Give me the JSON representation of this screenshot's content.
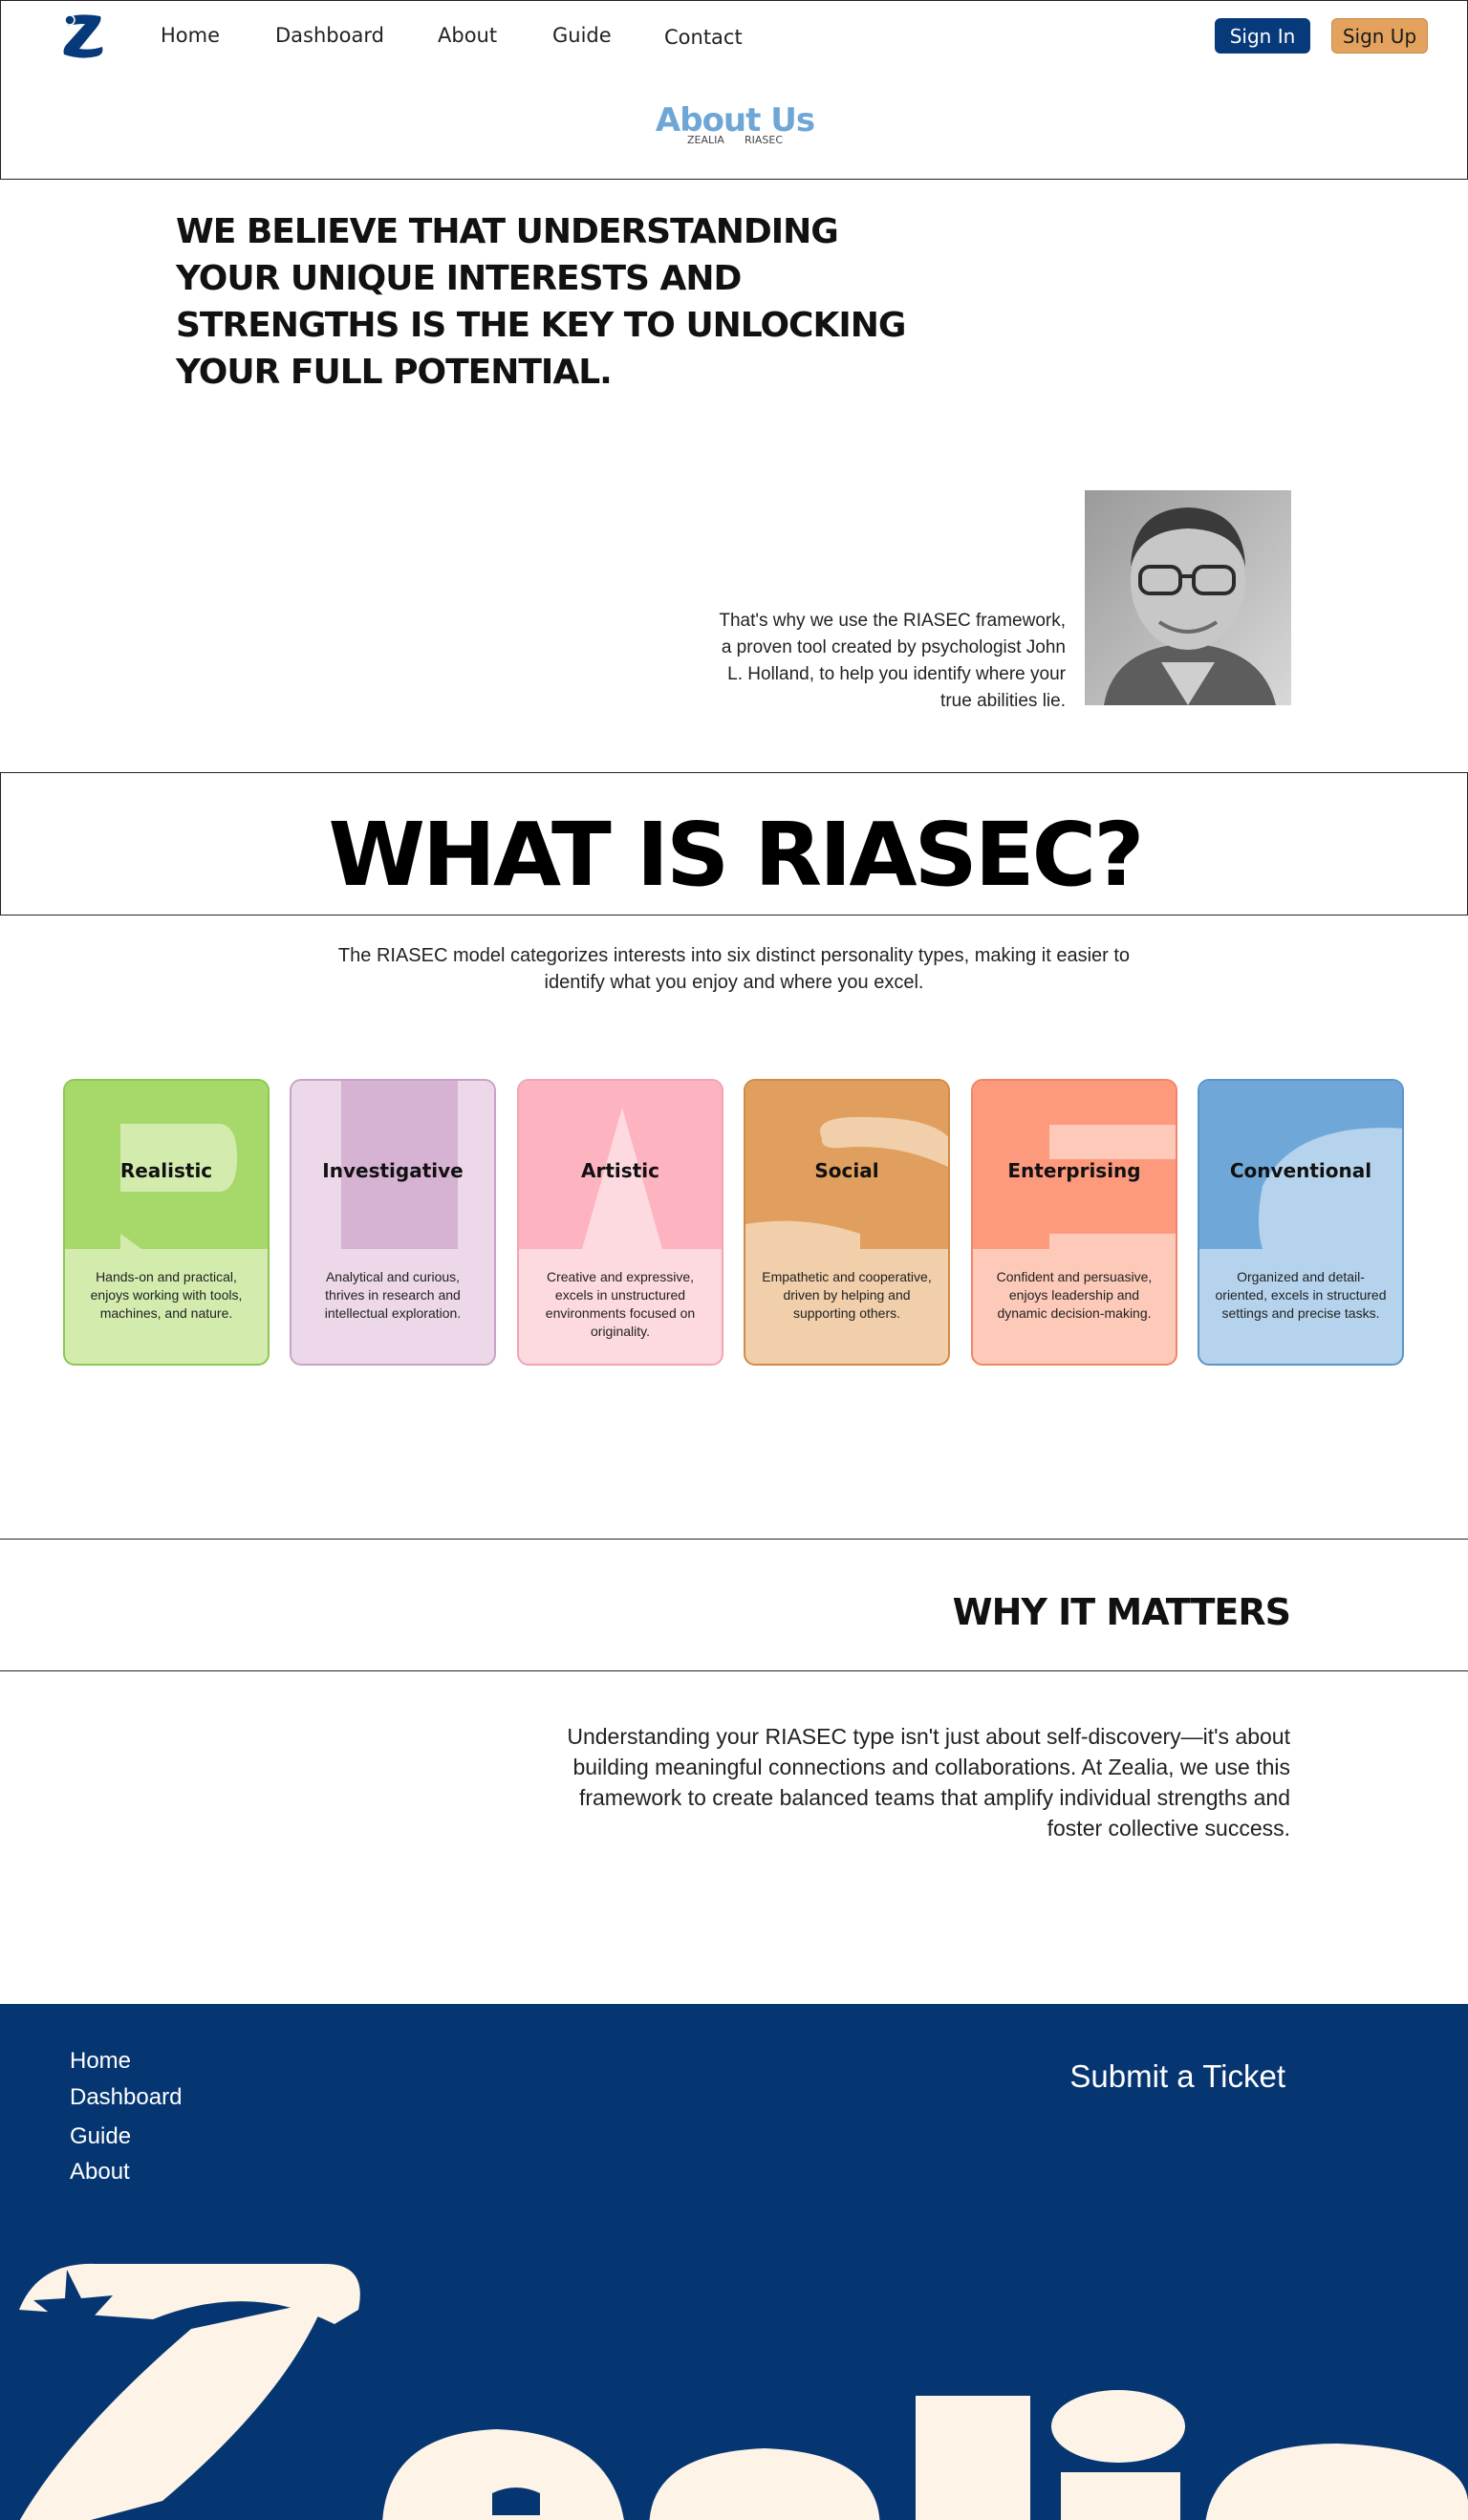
{
  "nav": {
    "links": [
      "Home",
      "Dashboard",
      "About",
      "Guide",
      "Contact"
    ],
    "sign_in": "Sign In",
    "sign_up": "Sign Up"
  },
  "about": {
    "title": "About Us",
    "sub_left": "ZEALIA",
    "sub_right": "RIASEC"
  },
  "belief": "WE BELIEVE THAT UNDERSTANDING YOUR UNIQUE INTERESTS AND STRENGTHS IS THE KEY TO UNLOCKING YOUR FULL POTENTIAL.",
  "holland_text": "That's why we use the RIASEC framework, a proven tool created by psychologist John L. Holland, to help you identify where your true abilities lie.",
  "riasec": {
    "title": "WHAT IS RIASEC?",
    "description": "The RIASEC model categorizes interests into six distinct personality types, making it easier to identify what you enjoy and where you excel.",
    "cards": [
      {
        "title": "Realistic",
        "desc": "Hands-on and practical, enjoys working with tools, machines, and nature.",
        "color": "#a6d96a",
        "light": "#d3ecae",
        "border": "#8cc752"
      },
      {
        "title": "Investigative",
        "desc": "Analytical and curious, thrives in research and intellectual exploration.",
        "color": "#d6b2d3",
        "light": "#ecd8e9",
        "border": "#c9a3c6"
      },
      {
        "title": "Artistic",
        "desc": "Creative and expressive, excels in unstructured environments focused on originality.",
        "color": "#fdb3c0",
        "light": "#fdd9e0",
        "border": "#f4a3b3"
      },
      {
        "title": "Social",
        "desc": "Empathetic and cooperative, driven by helping and supporting others.",
        "color": "#e09f5e",
        "light": "#f0cfaa",
        "border": "#d08b46"
      },
      {
        "title": "Enterprising",
        "desc": "Confident and persuasive, enjoys leadership and dynamic decision-making.",
        "color": "#fd9a7e",
        "light": "#fdc9b8",
        "border": "#f18567"
      },
      {
        "title": "Conventional",
        "desc": "Organized and detail-oriented, excels in structured settings and precise tasks.",
        "color": "#6fa8d8",
        "light": "#b5d3ec",
        "border": "#5a95c8"
      }
    ]
  },
  "why": {
    "title": "WHY IT MATTERS",
    "text": "Understanding your RIASEC type isn't just about self-discovery—it's about building meaningful connections and collaborations. At Zealia, we use this framework to create balanced teams that amplify individual strengths and foster collective success."
  },
  "footer": {
    "links": [
      "Home",
      "Dashboard",
      "Guide",
      "About"
    ],
    "ticket": "Submit a Ticket",
    "brand": "Zealia",
    "bg": "#063672",
    "cream": "#fdf3e7"
  }
}
